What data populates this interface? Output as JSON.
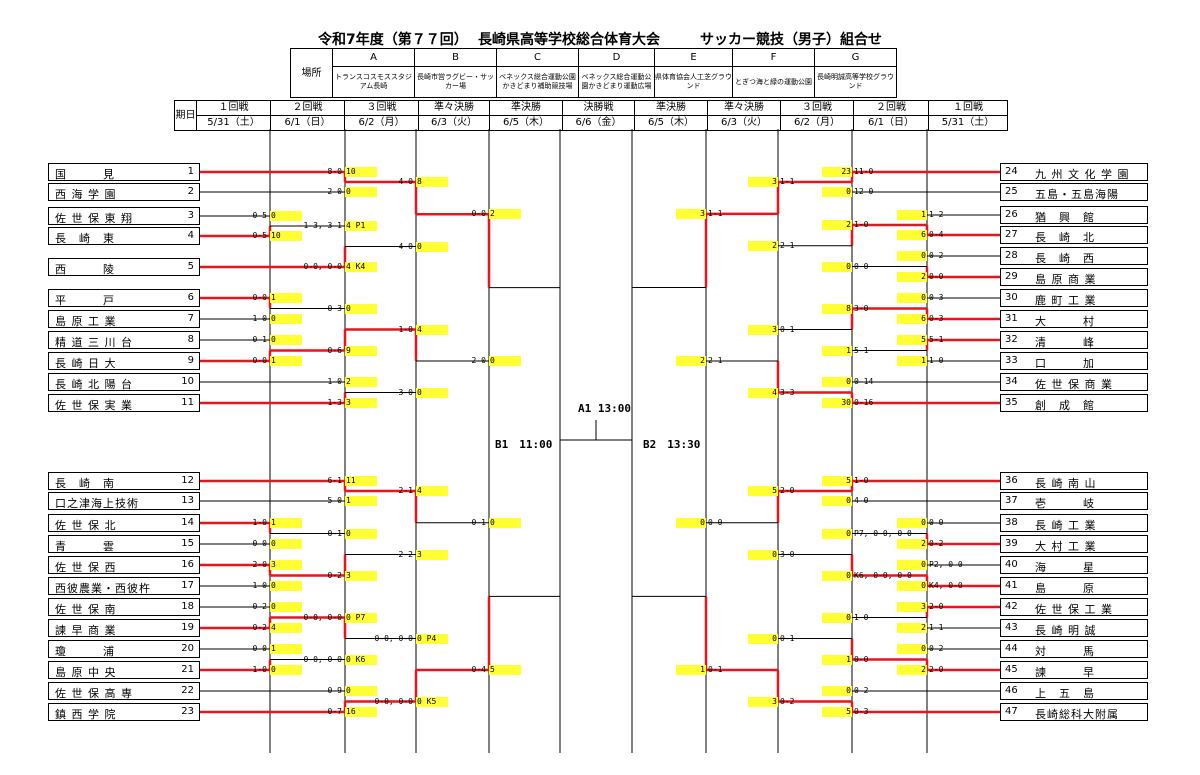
{
  "title": {
    "part1": "令和7年度（第７７回）",
    "part2": "長崎県高等学校総合体育大会",
    "part3": "サッカー競技（男子）組合せ"
  },
  "venues": {
    "row_label": "場所",
    "letters": [
      "A",
      "B",
      "C",
      "D",
      "E",
      "F",
      "G"
    ],
    "names": [
      "トランスコスモススタジアム長崎",
      "長崎市営ラグビー・サッカー場",
      "ベネックス総合運動公園かきどまり補助競技場",
      "ベネックス総合運動公園かきどまり運動広場",
      "県体育協会人工芝グラウンド",
      "とぎつ海と緑の運動公園",
      "長崎明誠高等学校グラウンド"
    ]
  },
  "schedule": {
    "row_label": "期日",
    "rounds": [
      "１回戦",
      "２回戦",
      "３回戦",
      "準々決勝",
      "準決勝",
      "決勝戦",
      "準決勝",
      "準々決勝",
      "３回戦",
      "２回戦",
      "１回戦"
    ],
    "dates": [
      "5/31（土）",
      "6/1（日）",
      "6/2（月）",
      "6/3（火）",
      "6/5（木）",
      "6/6（金）",
      "6/5（木）",
      "6/3（火）",
      "6/2（月）",
      "6/1（日）",
      "5/31（土）"
    ]
  },
  "teams_left": [
    {
      "num": "1",
      "name": "国　　　見"
    },
    {
      "num": "2",
      "name": "西 海 学 園"
    },
    {
      "num": "3",
      "name": "佐 世 保 東 翔"
    },
    {
      "num": "4",
      "name": "長　崎　東"
    },
    {
      "num": "5",
      "name": "西　　　陵"
    },
    {
      "num": "6",
      "name": "平　　　戸"
    },
    {
      "num": "7",
      "name": "島 原 工 業"
    },
    {
      "num": "8",
      "name": "精 道 三 川 台"
    },
    {
      "num": "9",
      "name": "長 崎 日 大"
    },
    {
      "num": "10",
      "name": "長 崎 北 陽 台"
    },
    {
      "num": "11",
      "name": "佐 世 保 実 業"
    },
    {
      "num": "12",
      "name": "長　崎　南"
    },
    {
      "num": "13",
      "name": "口之津海上技術"
    },
    {
      "num": "14",
      "name": "佐 世 保 北"
    },
    {
      "num": "15",
      "name": "青　　　雲"
    },
    {
      "num": "16",
      "name": "佐 世 保 西"
    },
    {
      "num": "17",
      "name": "西彼農業・西彼杵"
    },
    {
      "num": "18",
      "name": "佐 世 保 南"
    },
    {
      "num": "19",
      "name": "諫 早 商 業"
    },
    {
      "num": "20",
      "name": "瓊　　　浦"
    },
    {
      "num": "21",
      "name": "島 原 中 央"
    },
    {
      "num": "22",
      "name": "佐 世 保 高 専"
    },
    {
      "num": "23",
      "name": "鎮 西 学 院"
    }
  ],
  "teams_right": [
    {
      "num": "24",
      "name": "九 州 文 化 学 園"
    },
    {
      "num": "25",
      "name": "五島・五島海陽"
    },
    {
      "num": "26",
      "name": "猶　興　館"
    },
    {
      "num": "27",
      "name": "長　崎　北"
    },
    {
      "num": "28",
      "name": "長　崎　西"
    },
    {
      "num": "29",
      "name": "島 原 商 業"
    },
    {
      "num": "30",
      "name": "鹿 町 工 業"
    },
    {
      "num": "31",
      "name": "大　　　村"
    },
    {
      "num": "32",
      "name": "清　　　峰"
    },
    {
      "num": "33",
      "name": "口　　　加"
    },
    {
      "num": "34",
      "name": "佐 世 保 商 業"
    },
    {
      "num": "35",
      "name": "創　成　館"
    },
    {
      "num": "36",
      "name": "長 崎 南 山"
    },
    {
      "num": "37",
      "name": "壱　　　岐"
    },
    {
      "num": "38",
      "name": "長 崎 工 業"
    },
    {
      "num": "39",
      "name": "大 村 工 業"
    },
    {
      "num": "40",
      "name": "海　　　星"
    },
    {
      "num": "41",
      "name": "島　　　原"
    },
    {
      "num": "42",
      "name": "佐 世 保 工 業"
    },
    {
      "num": "43",
      "name": "長 崎 明 誠"
    },
    {
      "num": "44",
      "name": "対　　　馬"
    },
    {
      "num": "45",
      "name": "諫　　　早"
    },
    {
      "num": "46",
      "name": "上　五　島"
    },
    {
      "num": "47",
      "name": "長崎総科大附属"
    }
  ],
  "finals": {
    "final_label": "A1 13:00",
    "semi_left_label": "B1　11:00",
    "semi_right_label": "B2　13:30"
  },
  "scores": {
    "r1_left": [
      {
        "detail": "0-5",
        "total": "0"
      },
      {
        "detail": "0-5",
        "total": "10"
      },
      {
        "detail": "0-0",
        "total": "1"
      },
      {
        "detail": "1-0",
        "total": "0"
      },
      {
        "detail": "0-1",
        "total": "0"
      },
      {
        "detail": "0-0",
        "total": "1"
      },
      {
        "detail": "1-0",
        "total": "1"
      },
      {
        "detail": "0-0",
        "total": "0"
      },
      {
        "detail": "2-0",
        "total": "3"
      },
      {
        "detail": "1-0",
        "total": "0"
      },
      {
        "detail": "0-2",
        "total": "0"
      },
      {
        "detail": "0-2",
        "total": "4"
      },
      {
        "detail": "0-0",
        "total": "1"
      },
      {
        "detail": "1-0",
        "total": "0"
      }
    ],
    "r2_left": [
      {
        "detail": "8-0",
        "total": "10"
      },
      {
        "detail": "2-0",
        "total": "0"
      },
      {
        "detail": "1-3, 3-1",
        "total": "4 P1"
      },
      {
        "detail": "0-0, 0-0",
        "total": "4 K4"
      },
      {
        "detail": "0-3",
        "total": "0"
      },
      {
        "detail": "0-6",
        "total": "9"
      },
      {
        "detail": "1-0",
        "total": "2"
      },
      {
        "detail": "1-3",
        "total": "3"
      },
      {
        "detail": "6-1",
        "total": "11"
      },
      {
        "detail": "5-0",
        "total": "1"
      },
      {
        "detail": "0-1",
        "total": "0"
      },
      {
        "detail": "0-2",
        "total": "3"
      },
      {
        "detail": "0-0, 0-0",
        "total": "0 P7"
      },
      {
        "detail": "0-0, 0-0",
        "total": "0 K6"
      },
      {
        "detail": "0-9",
        "total": "0"
      },
      {
        "detail": "0-7",
        "total": "16"
      }
    ],
    "qf_left": [
      {
        "detail": "4-0",
        "total": "8"
      },
      {
        "detail": "4-0",
        "total": "0"
      },
      {
        "detail": "1-0",
        "total": "4"
      },
      {
        "detail": "3-0",
        "total": "0"
      },
      {
        "detail": "2-1",
        "total": "4"
      },
      {
        "detail": "2-2",
        "total": "3"
      },
      {
        "detail": "0-0, 0-0",
        "total": "0 P4"
      },
      {
        "detail": "0-0, 0-0",
        "total": "0 K5"
      }
    ],
    "sf_left": [
      {
        "detail": "0-0",
        "total": "2"
      },
      {
        "detail": "2-0",
        "total": "0"
      },
      {
        "detail": "0-1",
        "total": "0"
      },
      {
        "detail": "0-4",
        "total": "5"
      }
    ],
    "sf_right": [
      {
        "detail": "1-1",
        "total": "3"
      },
      {
        "detail": "2-1",
        "total": "2"
      },
      {
        "detail": "0-0",
        "total": "0"
      },
      {
        "detail": "0-1",
        "total": "1"
      }
    ],
    "qf_right": [
      {
        "detail": "1-1",
        "total": "3"
      },
      {
        "detail": "2-1",
        "total": "2"
      },
      {
        "detail": "0-1",
        "total": "3"
      },
      {
        "detail": "3-3",
        "total": "4"
      },
      {
        "detail": "2-0",
        "total": "5"
      },
      {
        "detail": "3-0",
        "total": "0"
      },
      {
        "detail": "0-1",
        "total": "0"
      },
      {
        "detail": "0-2",
        "total": "3"
      }
    ],
    "r2_right": [
      {
        "detail": "11-0",
        "total": "23"
      },
      {
        "detail": "12-0",
        "total": "0"
      },
      {
        "detail": "1-0",
        "total": "2"
      },
      {
        "detail": "0-0",
        "total": "0"
      },
      {
        "detail": "3-0",
        "total": "8"
      },
      {
        "detail": "5-1",
        "total": "1"
      },
      {
        "detail": "0-14",
        "total": "0"
      },
      {
        "detail": "0-16",
        "total": "30"
      },
      {
        "detail": "1-0",
        "total": "5"
      },
      {
        "detail": "4-0",
        "total": "0"
      },
      {
        "detail": "P7, 0-0, 0-0",
        "total": "0"
      },
      {
        "detail": "K6, 0-0, 0-0",
        "total": "0"
      },
      {
        "detail": "1-0",
        "total": "0"
      },
      {
        "detail": "0-0",
        "total": "1"
      },
      {
        "detail": "0-2",
        "total": "0"
      },
      {
        "detail": "0-3",
        "total": "5"
      }
    ],
    "r1_right": [
      {
        "detail": "1-2",
        "total": "1"
      },
      {
        "detail": "0-4",
        "total": "6"
      },
      {
        "detail": "0-2",
        "total": "0"
      },
      {
        "detail": "0-0",
        "total": "2"
      },
      {
        "detail": "0-3",
        "total": "0"
      },
      {
        "detail": "0-3",
        "total": "6"
      },
      {
        "detail": "5-1",
        "total": "5"
      },
      {
        "detail": "1-0",
        "total": "1"
      },
      {
        "detail": "0-0",
        "total": "0"
      },
      {
        "detail": "0-2",
        "total": "2"
      },
      {
        "detail": "P2, 0-0",
        "total": "0"
      },
      {
        "detail": "K4, 0-0",
        "total": "0"
      },
      {
        "detail": "2-0",
        "total": "3"
      },
      {
        "detail": "1-1",
        "total": "2"
      },
      {
        "detail": "0-2",
        "total": "0"
      },
      {
        "detail": "2-0",
        "total": "2"
      }
    ]
  },
  "colors": {
    "advance_line": "#e8141e",
    "line": "#000000",
    "highlight": "#ffff33"
  }
}
